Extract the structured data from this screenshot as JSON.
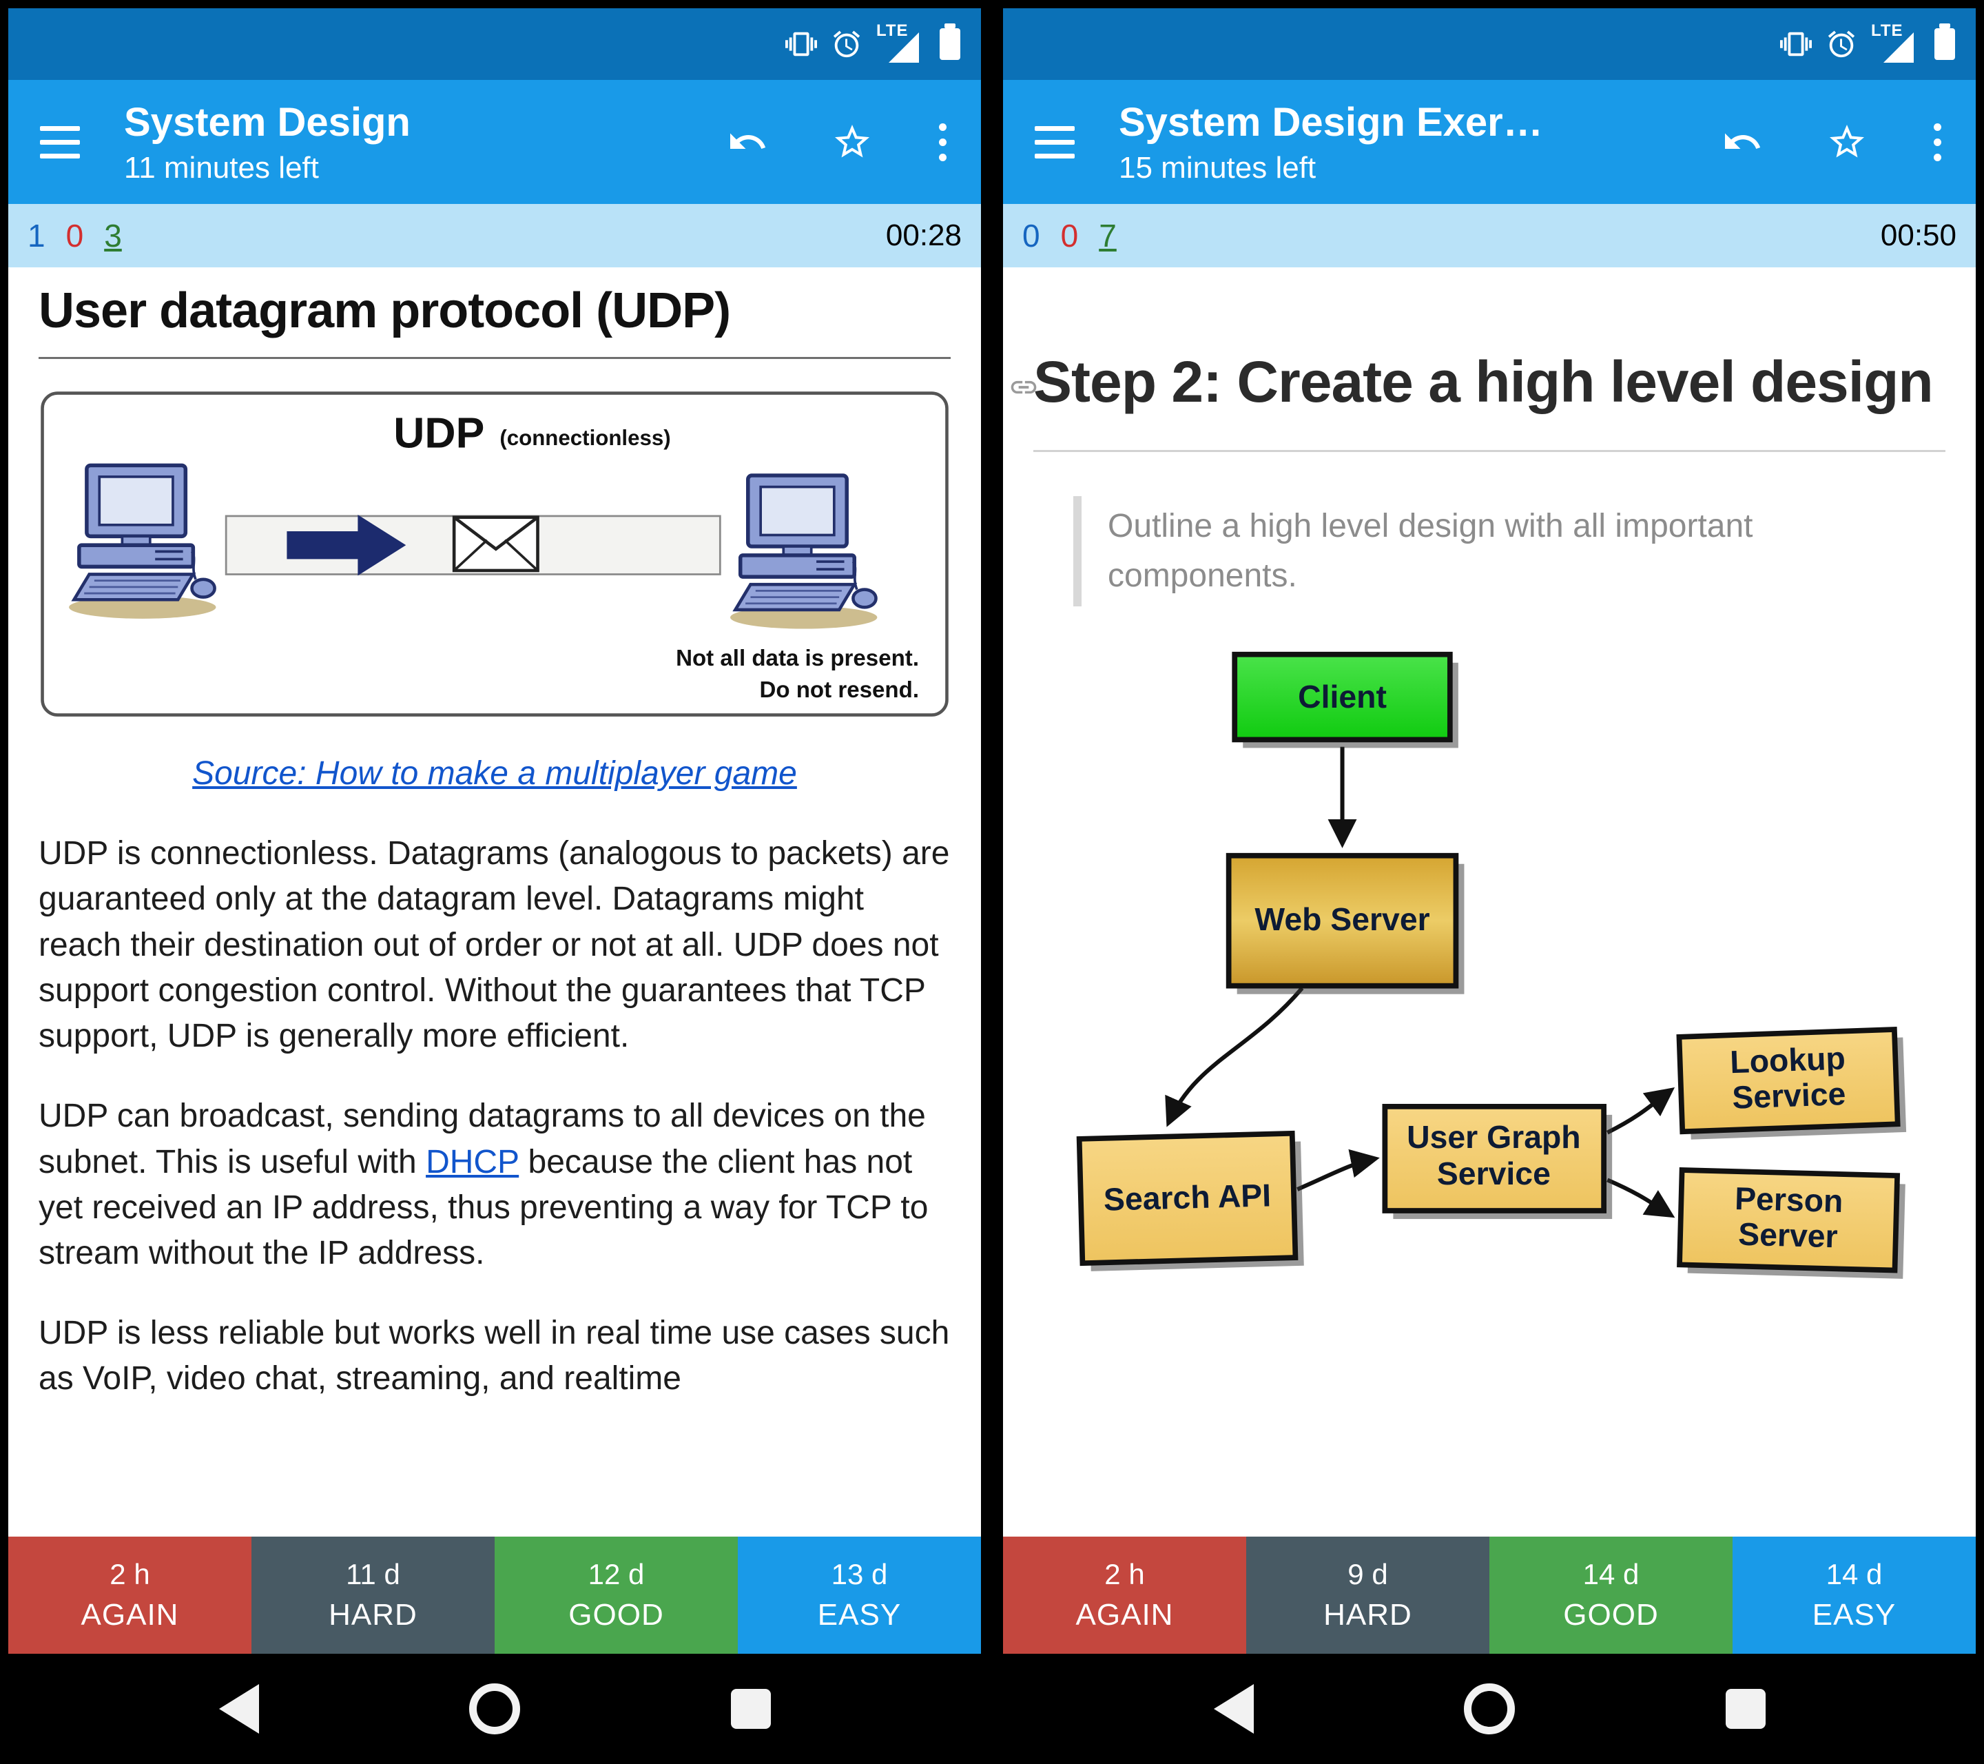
{
  "colors": {
    "status_bar": "#0b71b7",
    "app_bar": "#199ae8",
    "counter_bar": "#b9e2f8",
    "again": "#c4473e",
    "hard": "#485a64",
    "good": "#4aa64e",
    "easy": "#199ae8",
    "new_count": "#1565c0",
    "learning_count": "#d32f2f",
    "review_count": "#2e7d32",
    "link": "#1155cc"
  },
  "left": {
    "status": {
      "network": "LTE"
    },
    "appbar": {
      "title": "System Design",
      "subtitle": "11 minutes left"
    },
    "counter": {
      "new": "1",
      "learning": "0",
      "due": "3",
      "timer": "00:28"
    },
    "content": {
      "heading": "User datagram protocol (UDP)",
      "figure": {
        "title": "UDP",
        "subtitle": "(connectionless)",
        "note1": "Not all data is present.",
        "note2": "Do not resend."
      },
      "source_link": "Source: How to make a multiplayer game",
      "para1": "UDP is connectionless. Datagrams (analogous to packets) are guaranteed only at the datagram level. Datagrams might reach their destination out of order or not at all. UDP does not support congestion control. Without the guarantees that TCP support, UDP is generally more efficient.",
      "para2_a": "UDP can broadcast, sending datagrams to all devices on the subnet. This is useful with ",
      "para2_link": "DHCP",
      "para2_b": " because the client has not yet received an IP address, thus preventing a way for TCP to stream without the IP address.",
      "para3": "UDP is less reliable but works well in real time use cases such as VoIP, video chat, streaming, and realtime"
    },
    "answers": [
      {
        "interval": "2 h",
        "label": "AGAIN"
      },
      {
        "interval": "11 d",
        "label": "HARD"
      },
      {
        "interval": "12 d",
        "label": "GOOD"
      },
      {
        "interval": "13 d",
        "label": "EASY"
      }
    ]
  },
  "right": {
    "status": {
      "network": "LTE"
    },
    "appbar": {
      "title": "System Design Exer…",
      "subtitle": "15 minutes left"
    },
    "counter": {
      "new": "0",
      "learning": "0",
      "due": "7",
      "timer": "00:50"
    },
    "content": {
      "heading": "Step 2: Create a high level design",
      "quote": "Outline a high level design with all important components.",
      "diagram": {
        "client": "Client",
        "web_server": "Web Server",
        "search_api": "Search API",
        "user_graph_1": "User Graph",
        "user_graph_2": "Service",
        "lookup_1": "Lookup",
        "lookup_2": "Service",
        "person_1": "Person",
        "person_2": "Server"
      }
    },
    "answers": [
      {
        "interval": "2 h",
        "label": "AGAIN"
      },
      {
        "interval": "9 d",
        "label": "HARD"
      },
      {
        "interval": "14 d",
        "label": "GOOD"
      },
      {
        "interval": "14 d",
        "label": "EASY"
      }
    ]
  }
}
